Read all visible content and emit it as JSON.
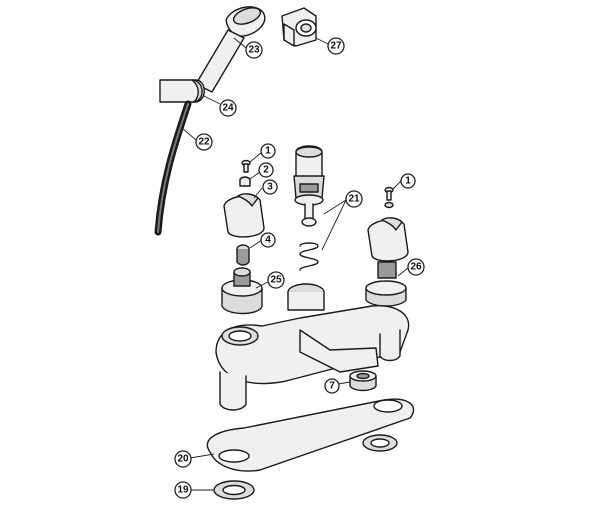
{
  "figure": {
    "colors": {
      "line": "#1a1a1a",
      "light_fill": "#f0f0f0",
      "mid_fill": "#dcdcdc",
      "dark_fill": "#9a9a9a"
    },
    "callouts": [
      {
        "id": "c1a",
        "label": "1"
      },
      {
        "id": "c1b",
        "label": "1"
      },
      {
        "id": "c2",
        "label": "2"
      },
      {
        "id": "c3",
        "label": "3"
      },
      {
        "id": "c4",
        "label": "4"
      },
      {
        "id": "c7",
        "label": "7"
      },
      {
        "id": "c19",
        "label": "19"
      },
      {
        "id": "c20",
        "label": "20"
      },
      {
        "id": "c21",
        "label": "21"
      },
      {
        "id": "c22",
        "label": "22"
      },
      {
        "id": "c23",
        "label": "23"
      },
      {
        "id": "c24",
        "label": "24"
      },
      {
        "id": "c25",
        "label": "25"
      },
      {
        "id": "c26",
        "label": "26"
      },
      {
        "id": "c27",
        "label": "27"
      }
    ]
  }
}
